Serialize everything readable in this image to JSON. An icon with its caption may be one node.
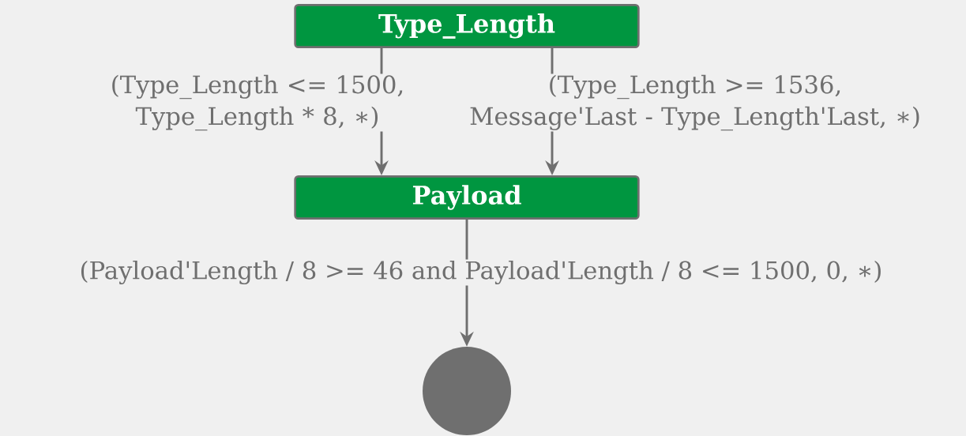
{
  "diagram": {
    "nodes": [
      {
        "text": [
          "Type_Length"
        ]
      },
      {
        "text": [
          "Payload"
        ]
      },
      {
        "text": [],
        "shape": "circle"
      }
    ],
    "edges": [
      {
        "from": 0,
        "to": 1,
        "arrow": "to",
        "label": "(Type_Length <= 1500, Type_Length * 8, ∗)"
      },
      {
        "from": 0,
        "to": 1,
        "arrow": "to",
        "label": "(Type_Length >= 1536, Message'Last - Type_Length'Last, ∗)"
      },
      {
        "from": 1,
        "to": 2,
        "arrow": "to",
        "label": "(Payload'Length / 8 >= 46 and Payload'Length / 8 <= 1500, 0, ∗)"
      }
    ]
  }
}
